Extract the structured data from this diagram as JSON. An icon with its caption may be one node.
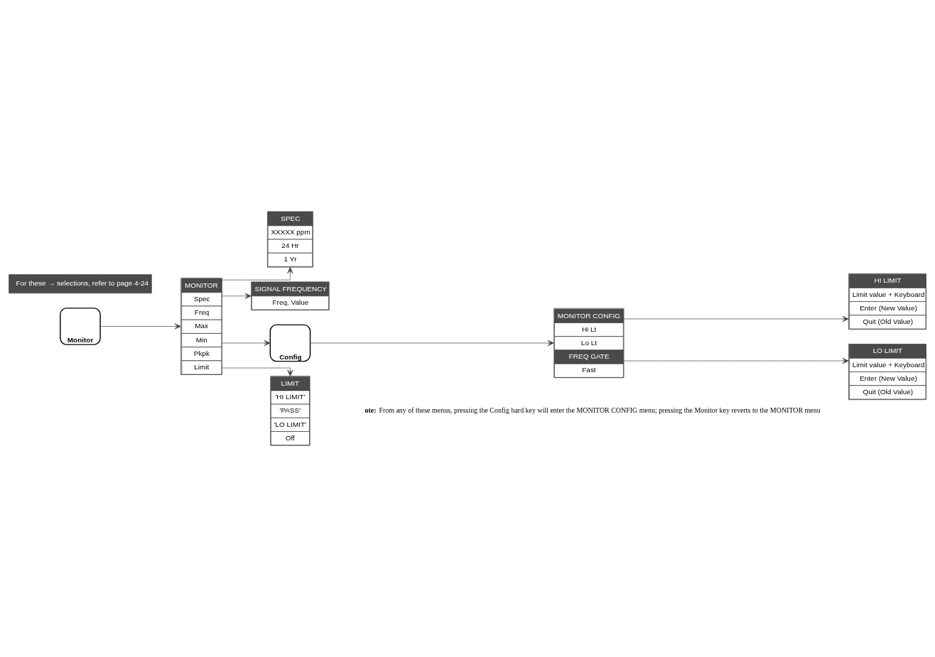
{
  "diagram": {
    "nodes": [
      {
        "text": [
          "Monitor"
        ]
      },
      {
        "text": [
          "MONITOR",
          "Spec",
          "Freq",
          "Max",
          "Min",
          "Pkpk",
          "Limit"
        ]
      },
      {
        "text": [
          "Config"
        ]
      },
      {
        "text": [
          "SPEC",
          "XXXXX ppm",
          "24 Hr",
          "1 Yr"
        ]
      },
      {
        "text": [
          "For these → selections, refer to page 4-24"
        ]
      },
      {
        "text": [
          "LIMIT",
          "'HI LIMIT'",
          "'PASS'",
          "'LO LIMIT'",
          "Off"
        ]
      },
      {
        "text": [
          "SIGNAL FREQUENCY",
          "Freq. Value"
        ]
      },
      {
        "text": [
          "MONITOR CONFIG",
          "Hi Lt",
          "Lo Lt",
          "FREQ GATE",
          "Fast"
        ]
      },
      {
        "text": [
          "HI LIMIT",
          "Limit value + Keyboard",
          "Enter (New Value)",
          "Quit (Old Value)"
        ]
      },
      {
        "text": [
          "LO LIMIT",
          "Limit value + Keyboard",
          "Enter (New Value)",
          "Quit (Old Value)"
        ]
      }
    ],
    "edges": [
      {
        "from": 0,
        "to": 1,
        "arrow": "to"
      },
      {
        "from": 1,
        "to": 2,
        "arrow": "to"
      },
      {
        "from": 1,
        "to": 3,
        "arrow": "to"
      },
      {
        "from": 1,
        "to": 6,
        "arrow": "to"
      },
      {
        "from": 1,
        "to": 5,
        "arrow": "to"
      },
      {
        "from": 2,
        "to": 7,
        "arrow": "to"
      },
      {
        "from": 7,
        "to": 8,
        "arrow": "to"
      },
      {
        "from": 7,
        "to": 9,
        "arrow": "to"
      }
    ],
    "labels": [
      "ote:",
      "From any of these menus, pressing the Config hard key will enter the MONITOR CONFIG menu; pressing the Monitor key reverts to the MONITOR menu"
    ]
  }
}
